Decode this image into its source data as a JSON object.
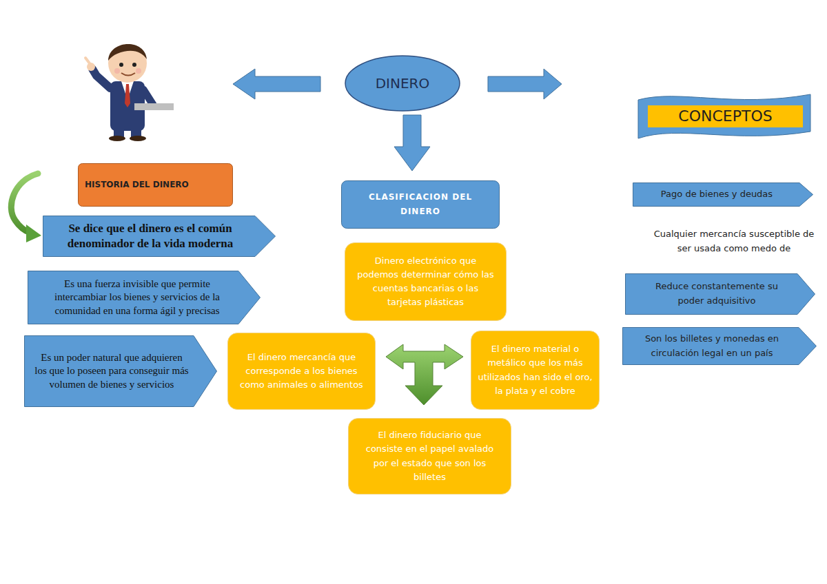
{
  "diagram": {
    "nodes": [
      {
        "text": [
          "DINERO"
        ]
      },
      {
        "text": [
          "CONCEPTOS"
        ]
      },
      {
        "text": [
          "HISTORIA DEL DINERO"
        ]
      },
      {
        "text": [
          "Se dice que el dinero es el común denominador de la vida moderna"
        ]
      },
      {
        "text": [
          "Es una fuerza invisible que permite intercambiar los bienes y servicios de la comunidad en una forma ágil y precisas"
        ]
      },
      {
        "text": [
          "Es un poder natural que adquieren los que lo poseen para conseguir más volumen de bienes y servicios"
        ]
      },
      {
        "text": [
          "CLASIFICACION DEL DINERO"
        ]
      },
      {
        "text": [
          "Dinero electrónico que podemos determinar cómo las cuentas bancarias o las tarjetas plásticas"
        ]
      },
      {
        "text": [
          "El dinero mercancía que corresponde a los bienes como animales o alimentos"
        ]
      },
      {
        "text": [
          "El dinero material o metálico que los más utilizados han sido el oro, la plata y el cobre"
        ]
      },
      {
        "text": [
          "El dinero fiduciario que consiste en el papel avalado por el estado que son los billetes"
        ]
      },
      {
        "text": [
          "Pago de bienes y deudas"
        ]
      },
      {
        "text": [
          "Reduce constantemente su poder adquisitivo"
        ]
      },
      {
        "text": [
          "Son los billetes y monedas en circulación legal en un país"
        ]
      }
    ],
    "edges": [
      {
        "from": 0,
        "to": 1,
        "arrow": "to"
      },
      {
        "from": 0,
        "to": 6,
        "arrow": "to"
      }
    ],
    "labels": [
      "Cualquier mercancía susceptible de ser usada como medo de"
    ]
  }
}
